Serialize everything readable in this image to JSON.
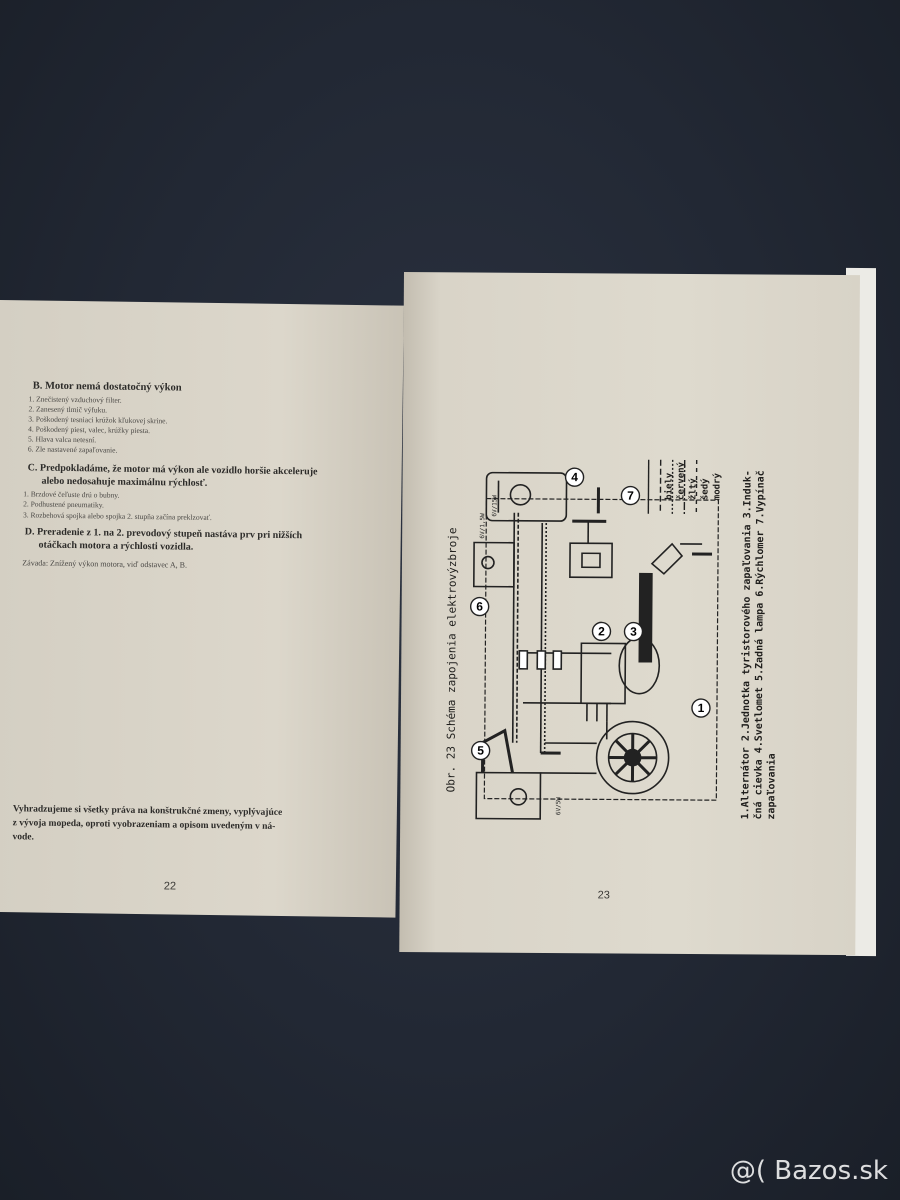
{
  "left_page": {
    "section_b": {
      "title": "B. Motor nemá dostatočný výkon",
      "items": [
        "1. Znečistený vzduchový filter.",
        "2. Zanesený tlmič výfuku.",
        "3. Poškodený tesniaci krúžok kľukovej skrine.",
        "4. Poškodený piest, valec, krúžky piesta.",
        "5. Hlava valca netesní.",
        "6. Zle nastavené zapaľovanie."
      ]
    },
    "section_c": {
      "title_line1": "C. Predpokladáme, že motor má výkon ale vozidlo horšie akceleruje",
      "title_line2": "alebo nedosahuje maximálnu rýchlosť.",
      "items": [
        "1. Brzdové čeľuste drú o bubny.",
        "2. Podhustené pneumatiky.",
        "3. Rozbehová spojka alebo spojka 2. stupňa začína preklzovať."
      ]
    },
    "section_d": {
      "title_line1": "D. Preradenie z 1. na 2. prevodový stupeň nastáva prv pri nižších",
      "title_line2": "otáčkach motora a rýchlosti vozidla."
    },
    "zavada": "Závada: Znížený výkon motora, viď odstavec A, B.",
    "footer_line1": "Vyhradzujeme si všetky práva na konštrukčné zmeny, vyplývajúce",
    "footer_line2": "z vývoja mopeda, oproti vyobrazeniam a opisom uvedeným v ná-",
    "footer_line3": "vode.",
    "page_number": "22"
  },
  "right_page": {
    "caption": "Obr. 23 Schéma zapojenia elektrovýzbroje",
    "legend_line1": "1.Alternátor 2.Jednotka tyristorového zapaľovania 3.Induk-",
    "legend_line2": "čná cievka 4.Svetlomet 5.Zadná lampa 6.Rýchlomer 7.Vypínač",
    "legend_line3": "zapaľovania",
    "wire_colors": [
      "biely",
      "červený",
      "žltý",
      "šedý",
      "modrý"
    ],
    "component_numbers": [
      "1",
      "2",
      "3",
      "4",
      "5",
      "6",
      "7"
    ],
    "bulb_labels": {
      "headlight": "6V/15W",
      "speedometer": "6V/1,5W",
      "taillight": "6V/5W"
    },
    "page_number": "23"
  },
  "watermark": "@( Bazos.sk"
}
